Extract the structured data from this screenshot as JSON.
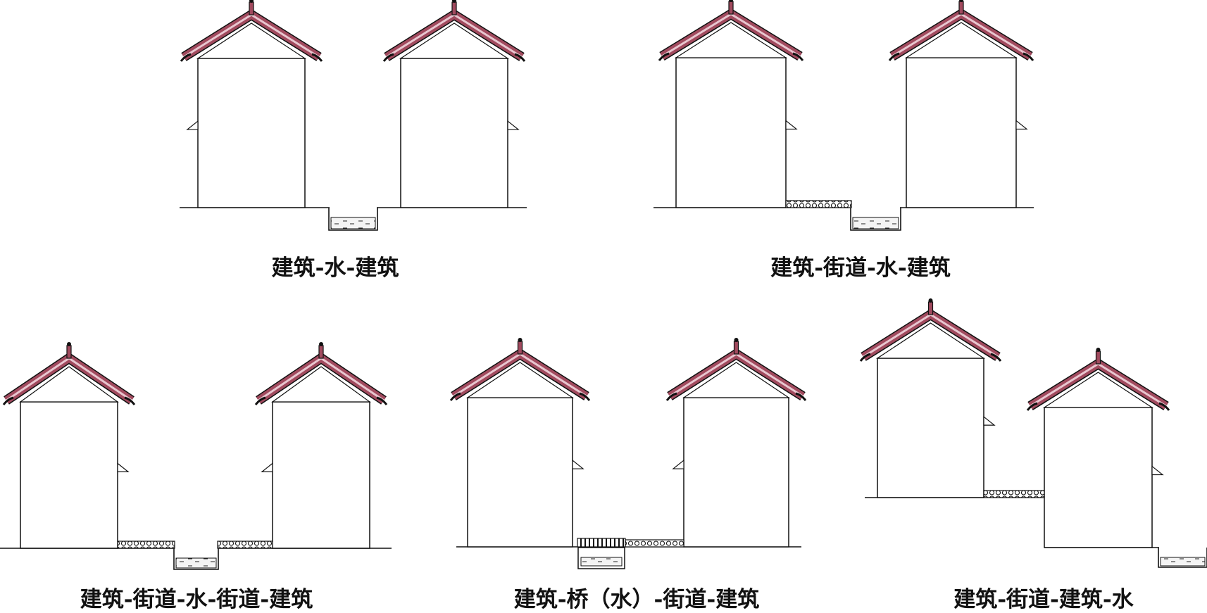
{
  "figure": {
    "panels": [
      {
        "id": "p1",
        "caption": "建筑-水-建筑"
      },
      {
        "id": "p2",
        "caption": "建筑-街道-水-建筑"
      },
      {
        "id": "p3",
        "caption": "建筑-街道-水-街道-建筑"
      },
      {
        "id": "p4",
        "caption": "建筑-桥（水）-街道-建筑"
      },
      {
        "id": "p5",
        "caption": "建筑-街道-建筑-水"
      }
    ]
  },
  "colors": {
    "roof_tile": "#a14a5e",
    "roof_tile_light": "#e8c6cf",
    "line": "#111111",
    "water_fill": "#f2f2f2",
    "street_fill": "#ffffff"
  }
}
